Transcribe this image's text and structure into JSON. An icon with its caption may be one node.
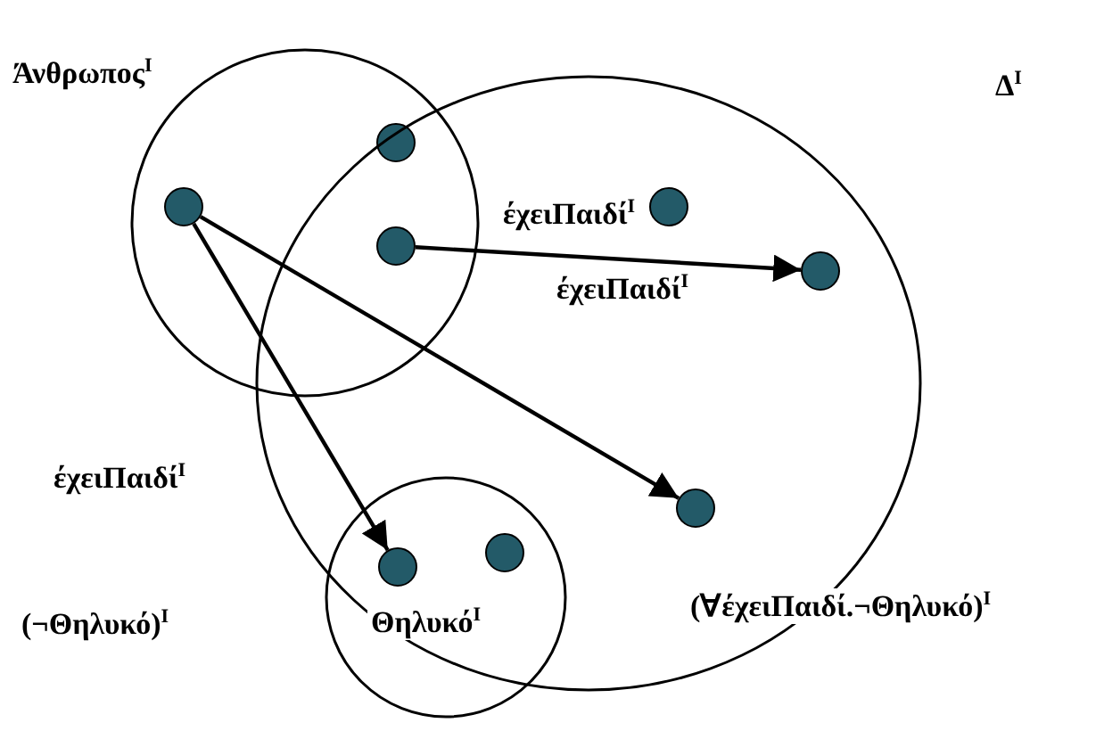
{
  "diagram": {
    "nodes": [
      {
        "text": [
          "Άνθρωπος$^{I}$"
        ]
      },
      {
        "text": [],
        "shape": "circle",
        "in": 0
      },
      {
        "text": [],
        "shape": "circle"
      },
      {
        "text": [],
        "shape": "circle"
      },
      {
        "text": [
          "(∀έχειΠαιδί.¬Θηλυκό)$^{I}$"
        ]
      },
      {
        "text": [],
        "shape": "circle",
        "in": 4
      },
      {
        "text": [],
        "shape": "circle",
        "in": 4
      },
      {
        "text": [],
        "shape": "circle",
        "in": 4
      },
      {
        "text": [
          "Θηλυκό$^{I}$"
        ]
      },
      {
        "text": [],
        "shape": "circle",
        "in": 8
      },
      {
        "text": [],
        "shape": "circle",
        "in": 8
      }
    ],
    "edges": [
      {
        "from": 3,
        "to": 6,
        "arrow": "to",
        "label": "έχειΠαιδί$^{I}$"
      },
      {
        "from": 1,
        "to": 9,
        "arrow": "to",
        "label": "έχειΠαιδί$^{I}$"
      },
      {
        "from": 1,
        "to": 7,
        "arrow": "to"
      }
    ],
    "labels": [
      "Δ$^{I}$",
      "έχειΠαιδί$^{I}$",
      "(¬Θηλυκό)$^{I}$"
    ]
  }
}
